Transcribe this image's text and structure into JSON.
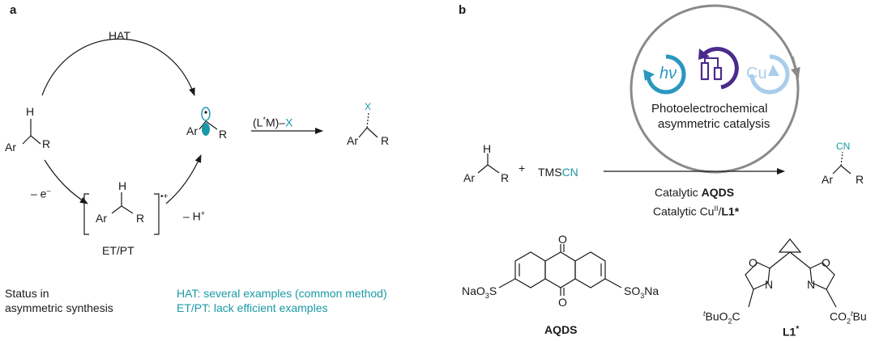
{
  "panel_a": {
    "label": "a",
    "hat": "HAT",
    "h": "H",
    "ar": "Ar",
    "r": "R",
    "minus_e": "– e",
    "minus_e_sup": "–",
    "minus_h": "– H",
    "minus_h_sup": "+",
    "radical_cation_sup": "•+",
    "etpt": "ET/PT",
    "reagent_pre": "(L",
    "reagent_star": "*",
    "reagent_mid": "M)–",
    "reagent_x": "X",
    "product_x": "X",
    "status_line1": "Status in",
    "status_line2": "asymmetric synthesis",
    "hat_status": "HAT: several examples (common method)",
    "etpt_status": "ET/PT: lack efficient examples"
  },
  "panel_b": {
    "label": "b",
    "hv": "hν",
    "cu": "Cu",
    "pec_line1": "Photoelectrochemical",
    "pec_line2": "asymmetric catalysis",
    "h": "H",
    "ar": "Ar",
    "r": "R",
    "plus": "+",
    "tms": "TMS",
    "cn": "CN",
    "cond1_pre": "Catalytic ",
    "cond1_bold": "AQDS",
    "cond2_pre": "Catalytic Cu",
    "cond2_sup": "II",
    "cond2_slash": "/",
    "cond2_bold": "L1*",
    "product_cn": "CN",
    "o_top": "O",
    "o_bottom": "O",
    "naso3s_pre": "NaO",
    "naso3s_sub": "3",
    "naso3s_post": "S",
    "so3na_pre": "SO",
    "so3na_sub": "3",
    "so3na_post": "Na",
    "aqds_label": "AQDS",
    "oxa_o1": "O",
    "oxa_o2": "O",
    "oxa_n1": "N",
    "oxa_n2": "N",
    "tbu_left_pre": "t",
    "tbu_left_mid": "BuO",
    "tbu_left_sub": "2",
    "tbu_left_post": "C",
    "tbu_right_pre": "CO",
    "tbu_right_sub": "2",
    "tbu_right_mid": "t",
    "tbu_right_post": "Bu",
    "l1_label": "L1",
    "l1_star": "*"
  },
  "colors": {
    "teal": "#1a9aa6",
    "blue": "#2a97c0",
    "purple": "#4b2a8c",
    "light_blue": "#a9cdea",
    "gray": "#8a8a8a"
  }
}
